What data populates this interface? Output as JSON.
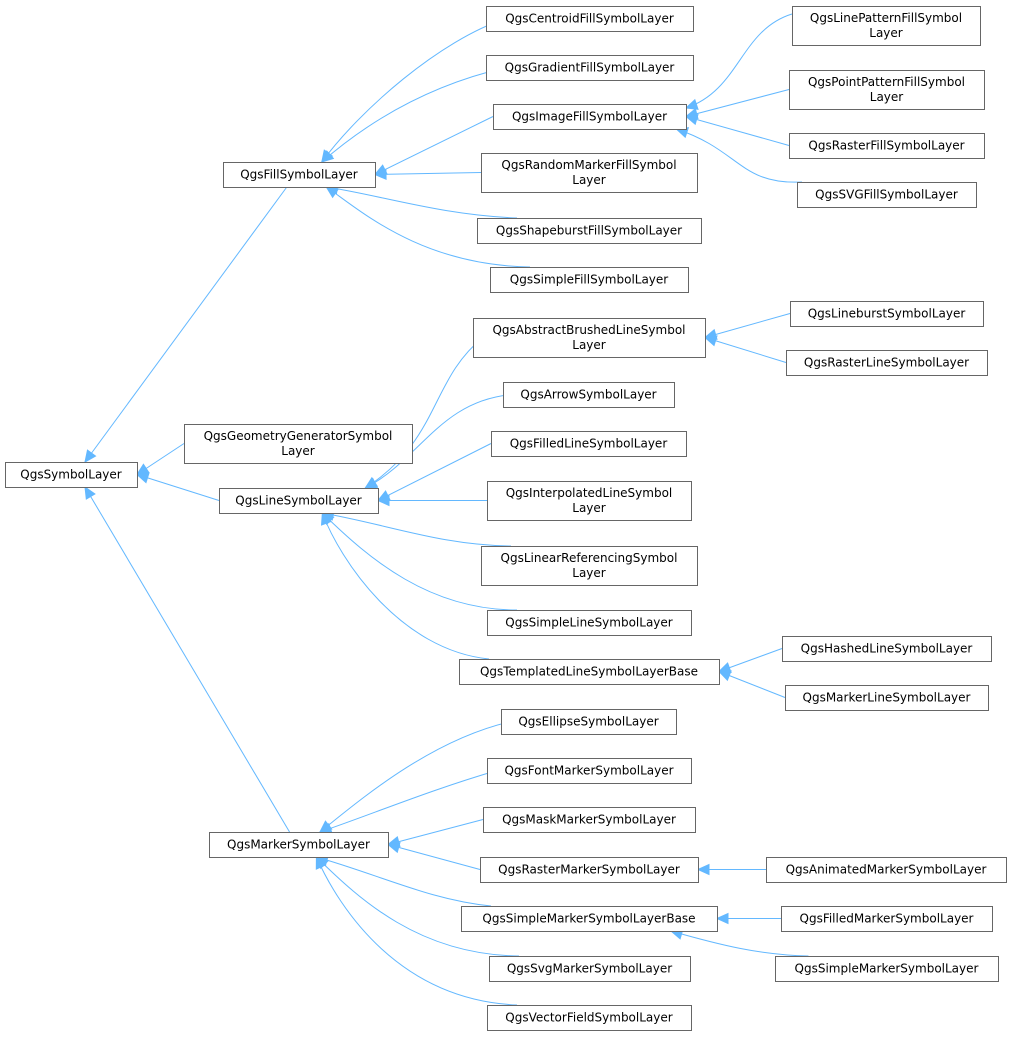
{
  "diagram": {
    "type": "class-inheritance",
    "nodes": [
      {
        "id": "n_symbollayer",
        "lines": [
          "QgsSymbolLayer"
        ]
      },
      {
        "id": "n_fill",
        "lines": [
          "QgsFillSymbolLayer"
        ]
      },
      {
        "id": "n_geomgen",
        "lines": [
          "QgsGeometryGeneratorSymbol",
          "Layer"
        ]
      },
      {
        "id": "n_line",
        "lines": [
          "QgsLineSymbolLayer"
        ]
      },
      {
        "id": "n_marker",
        "lines": [
          "QgsMarkerSymbolLayer"
        ]
      },
      {
        "id": "n_centroid",
        "lines": [
          "QgsCentroidFillSymbolLayer"
        ]
      },
      {
        "id": "n_gradient",
        "lines": [
          "QgsGradientFillSymbolLayer"
        ]
      },
      {
        "id": "n_imagefill",
        "lines": [
          "QgsImageFillSymbolLayer"
        ]
      },
      {
        "id": "n_randommarkerfill",
        "lines": [
          "QgsRandomMarkerFillSymbol",
          "Layer"
        ]
      },
      {
        "id": "n_shapeburst",
        "lines": [
          "QgsShapeburstFillSymbolLayer"
        ]
      },
      {
        "id": "n_simplefill",
        "lines": [
          "QgsSimpleFillSymbolLayer"
        ]
      },
      {
        "id": "n_linepatternfill",
        "lines": [
          "QgsLinePatternFillSymbol",
          "Layer"
        ]
      },
      {
        "id": "n_pointpatternfill",
        "lines": [
          "QgsPointPatternFillSymbol",
          "Layer"
        ]
      },
      {
        "id": "n_rasterfill",
        "lines": [
          "QgsRasterFillSymbolLayer"
        ]
      },
      {
        "id": "n_svgfill",
        "lines": [
          "QgsSVGFillSymbolLayer"
        ]
      },
      {
        "id": "n_abstractbrushed",
        "lines": [
          "QgsAbstractBrushedLineSymbol",
          "Layer"
        ]
      },
      {
        "id": "n_arrow",
        "lines": [
          "QgsArrowSymbolLayer"
        ]
      },
      {
        "id": "n_filledline",
        "lines": [
          "QgsFilledLineSymbolLayer"
        ]
      },
      {
        "id": "n_interpolatedline",
        "lines": [
          "QgsInterpolatedLineSymbol",
          "Layer"
        ]
      },
      {
        "id": "n_linearref",
        "lines": [
          "QgsLinearReferencingSymbol",
          "Layer"
        ]
      },
      {
        "id": "n_simpleline",
        "lines": [
          "QgsSimpleLineSymbolLayer"
        ]
      },
      {
        "id": "n_templatedline",
        "lines": [
          "QgsTemplatedLineSymbolLayerBase"
        ]
      },
      {
        "id": "n_lineburst",
        "lines": [
          "QgsLineburstSymbolLayer"
        ]
      },
      {
        "id": "n_rasterline",
        "lines": [
          "QgsRasterLineSymbolLayer"
        ]
      },
      {
        "id": "n_hashedline",
        "lines": [
          "QgsHashedLineSymbolLayer"
        ]
      },
      {
        "id": "n_markerline",
        "lines": [
          "QgsMarkerLineSymbolLayer"
        ]
      },
      {
        "id": "n_ellipse",
        "lines": [
          "QgsEllipseSymbolLayer"
        ]
      },
      {
        "id": "n_fontmarker",
        "lines": [
          "QgsFontMarkerSymbolLayer"
        ]
      },
      {
        "id": "n_maskmarker",
        "lines": [
          "QgsMaskMarkerSymbolLayer"
        ]
      },
      {
        "id": "n_rastermarker",
        "lines": [
          "QgsRasterMarkerSymbolLayer"
        ]
      },
      {
        "id": "n_simplemarkerbase",
        "lines": [
          "QgsSimpleMarkerSymbolLayerBase"
        ]
      },
      {
        "id": "n_svgmarker",
        "lines": [
          "QgsSvgMarkerSymbolLayer"
        ]
      },
      {
        "id": "n_vectorfield",
        "lines": [
          "QgsVectorFieldSymbolLayer"
        ]
      },
      {
        "id": "n_animatedmarker",
        "lines": [
          "QgsAnimatedMarkerSymbolLayer"
        ]
      },
      {
        "id": "n_filledmarker",
        "lines": [
          "QgsFilledMarkerSymbolLayer"
        ]
      },
      {
        "id": "n_simplemarker",
        "lines": [
          "QgsSimpleMarkerSymbolLayer"
        ]
      }
    ],
    "edges": [
      {
        "from": "n_fill",
        "to": "n_symbollayer"
      },
      {
        "from": "n_geomgen",
        "to": "n_symbollayer"
      },
      {
        "from": "n_line",
        "to": "n_symbollayer"
      },
      {
        "from": "n_marker",
        "to": "n_symbollayer"
      },
      {
        "from": "n_centroid",
        "to": "n_fill"
      },
      {
        "from": "n_gradient",
        "to": "n_fill"
      },
      {
        "from": "n_imagefill",
        "to": "n_fill"
      },
      {
        "from": "n_randommarkerfill",
        "to": "n_fill"
      },
      {
        "from": "n_shapeburst",
        "to": "n_fill"
      },
      {
        "from": "n_simplefill",
        "to": "n_fill"
      },
      {
        "from": "n_linepatternfill",
        "to": "n_imagefill"
      },
      {
        "from": "n_pointpatternfill",
        "to": "n_imagefill"
      },
      {
        "from": "n_rasterfill",
        "to": "n_imagefill"
      },
      {
        "from": "n_svgfill",
        "to": "n_imagefill"
      },
      {
        "from": "n_abstractbrushed",
        "to": "n_line"
      },
      {
        "from": "n_arrow",
        "to": "n_line"
      },
      {
        "from": "n_filledline",
        "to": "n_line"
      },
      {
        "from": "n_interpolatedline",
        "to": "n_line"
      },
      {
        "from": "n_linearref",
        "to": "n_line"
      },
      {
        "from": "n_simpleline",
        "to": "n_line"
      },
      {
        "from": "n_templatedline",
        "to": "n_line"
      },
      {
        "from": "n_lineburst",
        "to": "n_abstractbrushed"
      },
      {
        "from": "n_rasterline",
        "to": "n_abstractbrushed"
      },
      {
        "from": "n_hashedline",
        "to": "n_templatedline"
      },
      {
        "from": "n_markerline",
        "to": "n_templatedline"
      },
      {
        "from": "n_ellipse",
        "to": "n_marker"
      },
      {
        "from": "n_fontmarker",
        "to": "n_marker"
      },
      {
        "from": "n_maskmarker",
        "to": "n_marker"
      },
      {
        "from": "n_rastermarker",
        "to": "n_marker"
      },
      {
        "from": "n_simplemarkerbase",
        "to": "n_marker"
      },
      {
        "from": "n_svgmarker",
        "to": "n_marker"
      },
      {
        "from": "n_vectorfield",
        "to": "n_marker"
      },
      {
        "from": "n_animatedmarker",
        "to": "n_rastermarker"
      },
      {
        "from": "n_filledmarker",
        "to": "n_simplemarkerbase"
      },
      {
        "from": "n_simplemarker",
        "to": "n_simplemarkerbase"
      }
    ]
  }
}
